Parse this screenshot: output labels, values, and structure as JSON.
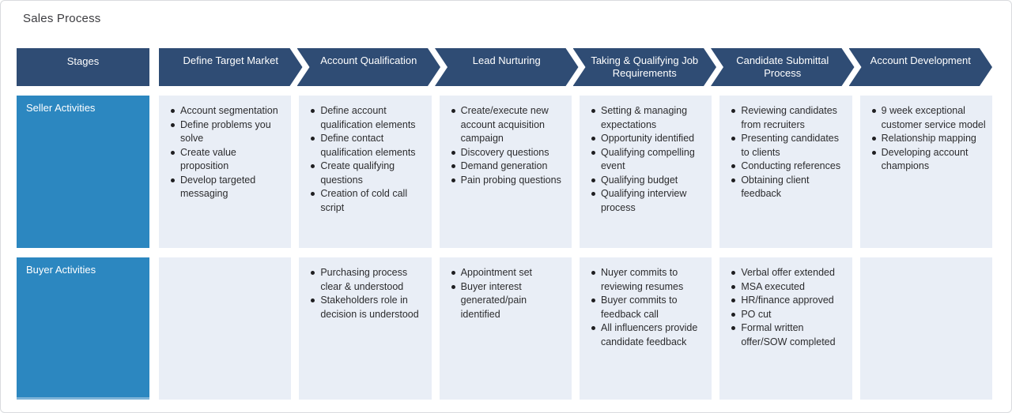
{
  "title": "Sales Process",
  "colors": {
    "navy": "#2f4c74",
    "blue": "#2c87c0",
    "cell_bg": "#e9eef6"
  },
  "table": {
    "stages_label": "Stages",
    "stages": [
      "Define Target Market",
      "Account Qualification",
      "Lead Nurturing",
      "Taking & Qualifying Job Requirements",
      "Candidate Submittal Process",
      "Account Development"
    ],
    "rows": [
      {
        "label": "Seller Activities",
        "cells": [
          [
            "Account segmentation",
            "Define problems you solve",
            "Create value proposition",
            "Develop targeted messaging"
          ],
          [
            "Define account qualification elements",
            "Define contact qualification elements",
            "Create qualifying questions",
            "Creation of cold call script"
          ],
          [
            "Create/execute new account acquisition campaign",
            "Discovery questions",
            "Demand generation",
            "Pain probing questions"
          ],
          [
            "Setting & managing expectations",
            "Opportunity identified",
            "Qualifying compelling event",
            "Qualifying budget",
            "Qualifying interview process"
          ],
          [
            "Reviewing candidates from recruiters",
            "Presenting candidates to clients",
            "Conducting references",
            "Obtaining client feedback"
          ],
          [
            "9 week exceptional customer service model",
            "Relationship mapping",
            "Developing account champions"
          ]
        ]
      },
      {
        "label": "Buyer Activities",
        "cells": [
          [],
          [
            "Purchasing process clear & understood",
            "Stakeholders role in decision is understood"
          ],
          [
            "Appointment set",
            "Buyer interest generated/pain identified"
          ],
          [
            "Nuyer commits to reviewing resumes",
            "Buyer commits to feedback call",
            "All influencers provide candidate feedback"
          ],
          [
            "Verbal offer extended",
            "MSA executed",
            "HR/finance approved",
            "PO cut",
            "Formal written offer/SOW completed"
          ],
          []
        ]
      }
    ]
  }
}
